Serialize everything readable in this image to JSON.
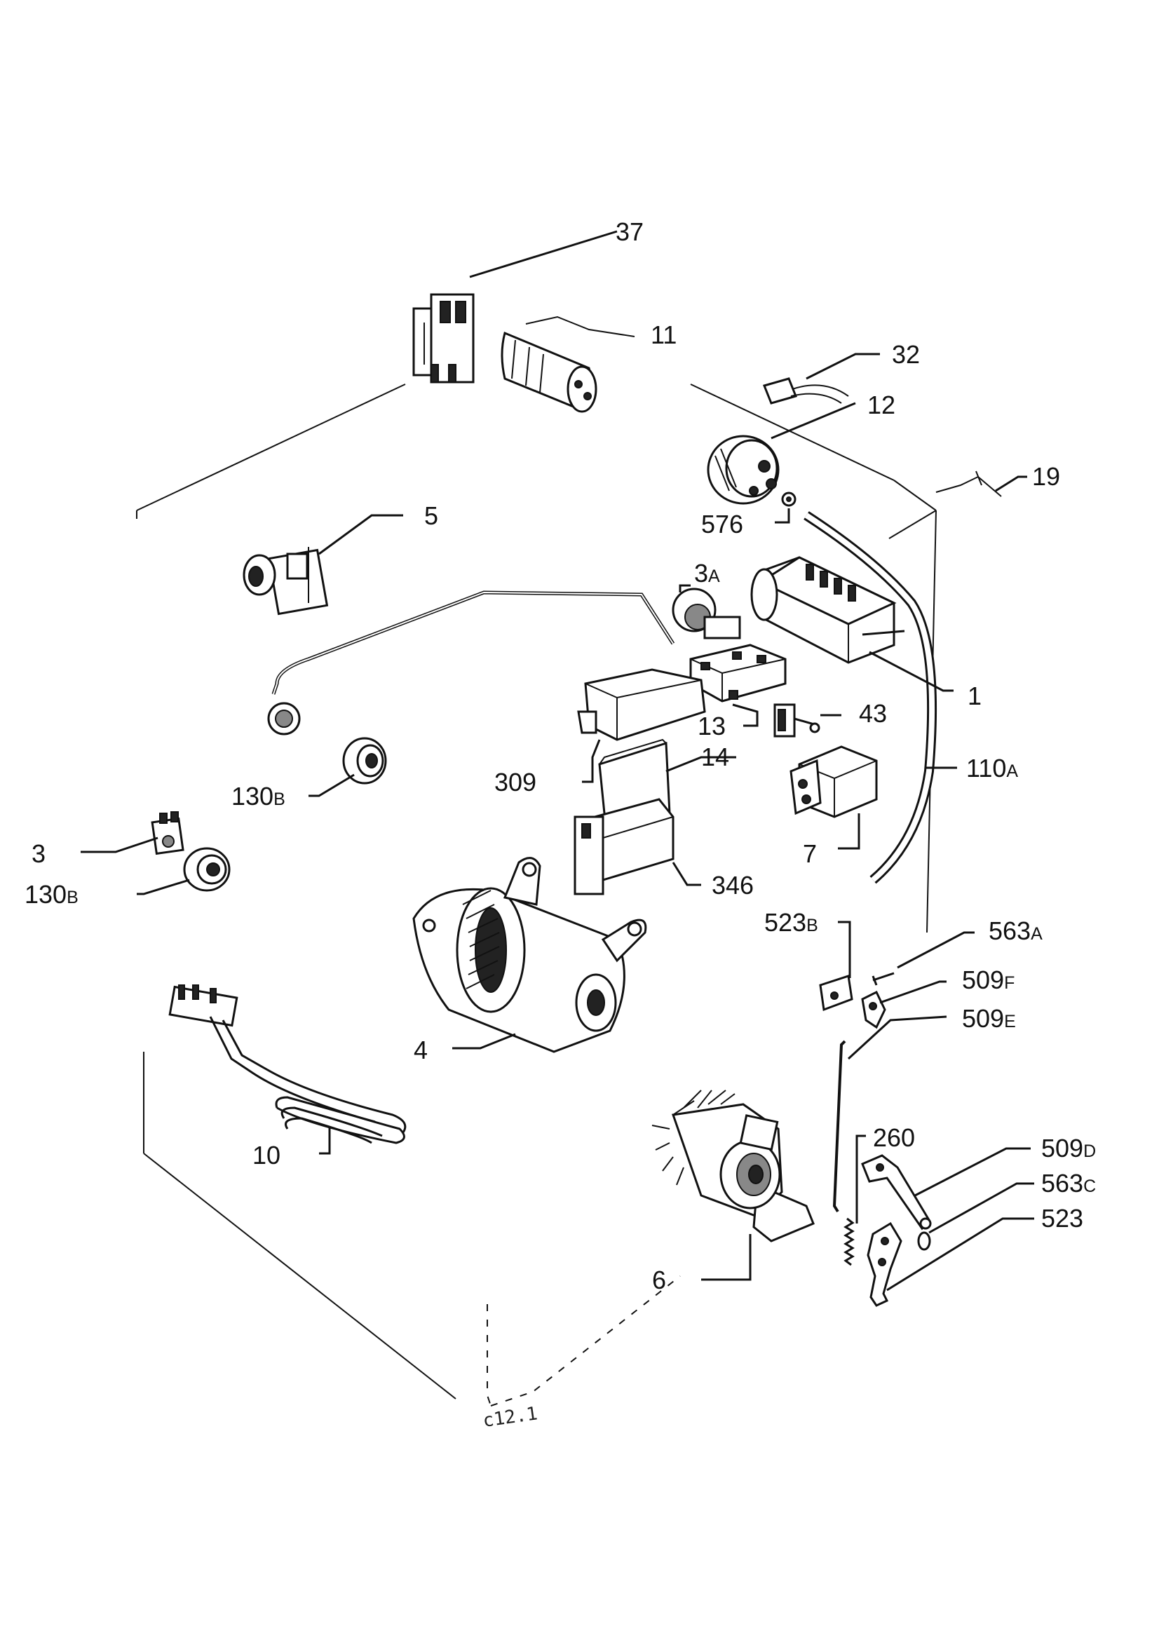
{
  "labels": {
    "l37": "37",
    "l11": "11",
    "l32": "32",
    "l12": "12",
    "l19": "19",
    "l576": "576",
    "l5": "5",
    "l3a_num": "3",
    "l3a_sub": "A",
    "l1": "1",
    "l43": "43",
    "l13": "13",
    "l110a_num": "110",
    "l110a_sub": "A",
    "l309": "309",
    "l14": "14",
    "l130b1_num": "130",
    "l130b1_sub": "B",
    "l3": "3",
    "l130b2_num": "130",
    "l130b2_sub": "B",
    "l7": "7",
    "l346": "346",
    "l523b_num": "523",
    "l523b_sub": "B",
    "l563a_num": "563",
    "l563a_sub": "A",
    "l509f_num": "509",
    "l509f_sub": "F",
    "l509e_num": "509",
    "l509e_sub": "E",
    "l4": "4",
    "l10": "10",
    "l260": "260",
    "l509d_num": "509",
    "l509d_sub": "D",
    "l563c_num": "563",
    "l563c_sub": "C",
    "l523": "523",
    "l6": "6"
  },
  "drawing_ref": "c12.1"
}
